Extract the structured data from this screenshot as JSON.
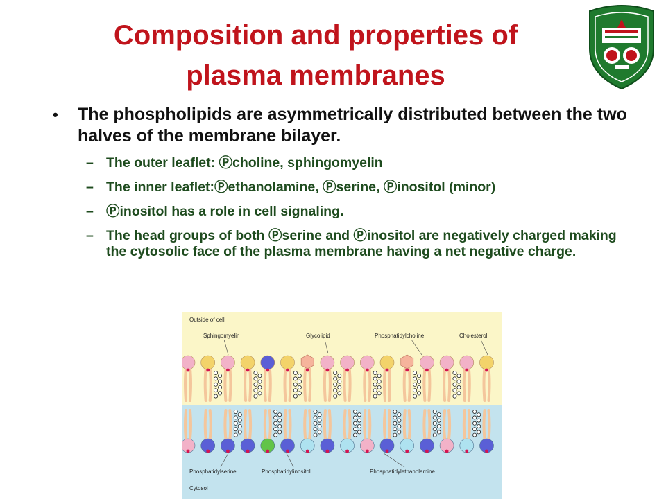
{
  "slide": {
    "title_line1": "Composition and properties of",
    "title_line2": "plasma membranes",
    "bullet": {
      "marker": "•",
      "text": "The phospholipids are asymmetrically distributed between the two halves of the membrane bilayer."
    },
    "sub_marker": "–",
    "sub_points": [
      "The outer leaflet: Ⓟcholine, sphingomyelin",
      "The inner leaflet:Ⓟethanolamine, Ⓟserine, Ⓟinositol (minor)",
      "Ⓟinositol has a role in cell signaling.",
      "The head groups of both Ⓟserine and Ⓟinositol are negatively charged making the cytosolic face of the plasma membrane having a net negative charge."
    ]
  },
  "figure": {
    "outside_label": "Outside of cell",
    "cytosol_label": "Cytosol",
    "top_labels": [
      "Sphingomyelin",
      "Glycolipid",
      "Phosphatidylcholine",
      "Cholesterol"
    ],
    "bottom_labels": [
      "Phosphatidylserine",
      "Phosphatidylinositol",
      "Phosphatidylethanolamine"
    ],
    "colors": {
      "outside_bg": "#fbf6c8",
      "cytosol_bg": "#c3e3ee",
      "choline": "#f2b2c8",
      "sphingomyelin": "#f3d36a",
      "glycolipid": "#f6b49c",
      "serine_ethanolamine": "#aee2f0",
      "serine_blue": "#5a5fd6",
      "inositol": "#62c449",
      "tail": "#f4c69c",
      "phosphate": "#d41450"
    }
  },
  "logo": {
    "colors": {
      "green": "#1f7a2e",
      "red": "#c0141c",
      "white": "#ffffff"
    }
  }
}
